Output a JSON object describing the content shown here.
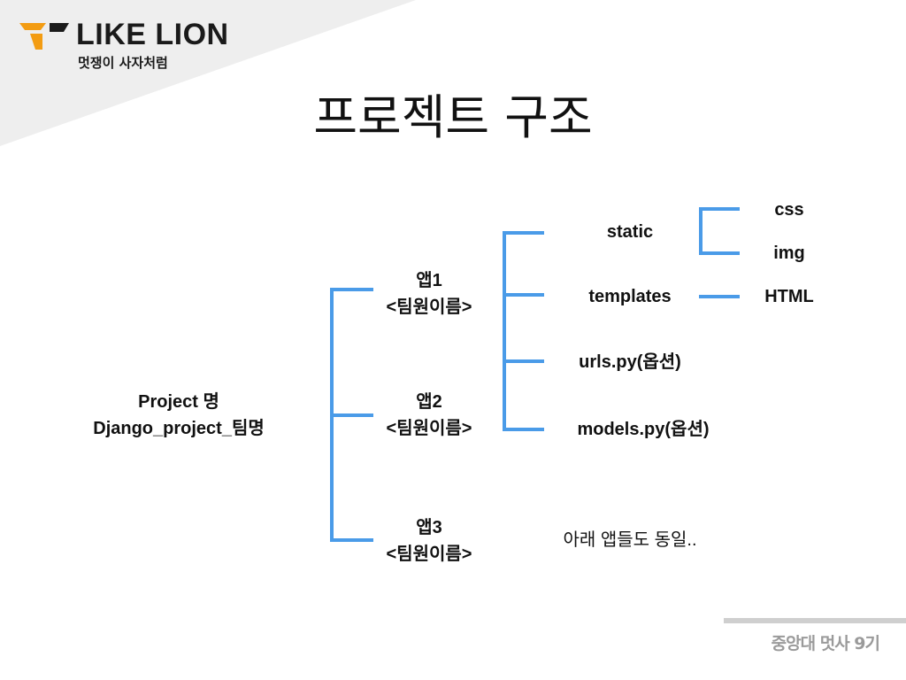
{
  "header": {
    "logo_text": "LIKE LION",
    "logo_sub": "멋쟁이 사자처럼"
  },
  "title": "프로젝트 구조",
  "project": {
    "line1": "Project 명",
    "line2": "Django_project_팀명"
  },
  "apps": [
    {
      "line1": "앱1",
      "line2": "<팀원이름>"
    },
    {
      "line1": "앱2",
      "line2": "<팀원이름>"
    },
    {
      "line1": "앱3",
      "line2": "<팀원이름>"
    }
  ],
  "app_contents": {
    "static": "static",
    "templates": "templates",
    "urls": "urls.py(옵션)",
    "models": "models.py(옵션)"
  },
  "static_contents": {
    "css": "css",
    "img": "img"
  },
  "templates_contents": {
    "html": "HTML"
  },
  "note": "아래 앱들도 동일..",
  "footer": "중앙대 멋사 9기",
  "colors": {
    "connector": "#4a9be8",
    "logo_accent": "#f39c12",
    "corner": "#eeeeee",
    "footer_bar": "#cfcfcf"
  }
}
